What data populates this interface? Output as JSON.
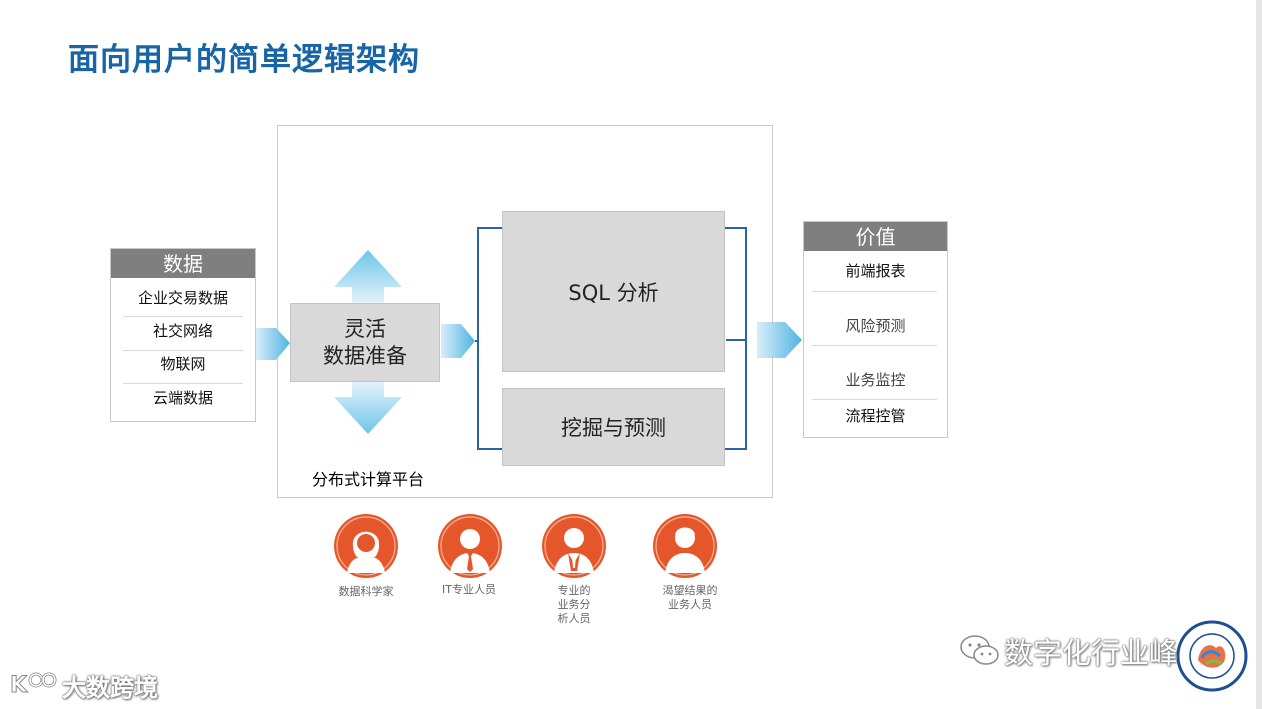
{
  "title": "面向用户的简单逻辑架构",
  "data_box": {
    "header": "数据",
    "items": [
      "企业交易数据",
      "社交网络",
      "物联网",
      "云端数据"
    ]
  },
  "prep_box": {
    "line1": "灵活",
    "line2": "数据准备"
  },
  "sql_box": {
    "label": "SQL 分析"
  },
  "mining_box": {
    "label": "挖掘与预测"
  },
  "platform_label": "分布式计算平台",
  "value_box": {
    "header": "价值",
    "items": [
      "前端报表",
      "风险预测",
      "业务监控",
      "流程控管"
    ]
  },
  "people": [
    {
      "label": "数据科学家",
      "icon": "female-scientist-icon"
    },
    {
      "label": "IT专业人员",
      "icon": "it-professional-icon"
    },
    {
      "label": "专业的\n业务分\n析人员",
      "icon": "business-analyst-icon"
    },
    {
      "label": "渴望结果的\n业务人员",
      "icon": "business-user-icon"
    }
  ],
  "watermark_left": "大数跨境",
  "watermark_right": "数字化行业峰会",
  "colors": {
    "title": "#1765a6",
    "person_circle": "#e5572b",
    "arrow_light": "#8fd0ee",
    "bracket": "#2a63a8",
    "header_gray": "#7f7f7f",
    "box_gray": "#d9d9d9"
  }
}
